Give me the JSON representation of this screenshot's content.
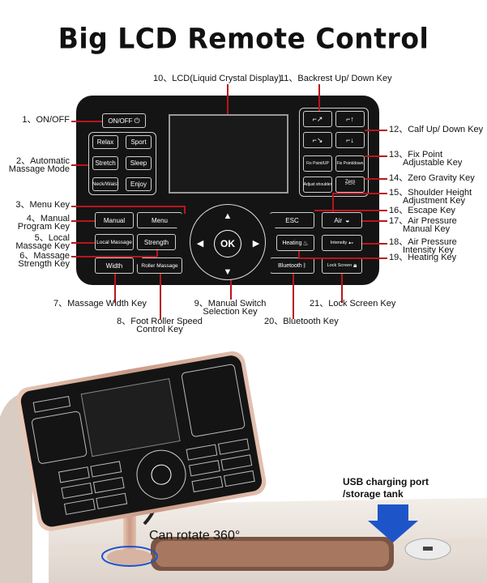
{
  "title": "Big LCD Remote Control",
  "callouts": {
    "c1": "1、ON/OFF",
    "c2a": "2、Automatic",
    "c2b": "Massage Mode",
    "c3": "3、Menu Key",
    "c4a": "4、Manual",
    "c4b": "Program Key",
    "c5a": "5、Local",
    "c5b": "Massage Key",
    "c6a": "6、Massage",
    "c6b": "Strength Key",
    "c7": "7、Massage Width Key",
    "c8a": "8、Foot Roller Speed",
    "c8b": "Control Key",
    "c9a": "9、Manual Switch",
    "c9b": "Selection Key",
    "c10": "10、LCD(Liquid Crystal Display)",
    "c11": "11、Backrest Up/ Down Key",
    "c12": "12、Calf Up/ Down Key",
    "c13a": "13、Fix Point",
    "c13b": "Adjustable Key",
    "c14": "14、Zero Gravity Key",
    "c15a": "15、Shoulder Height",
    "c15b": "Adjustment Key",
    "c16": "16、Escape Key",
    "c17a": "17、Air Pressure",
    "c17b": "Manual Key",
    "c18a": "18、Air Pressure",
    "c18b": "Intensity Key",
    "c19": "19、Heating Key",
    "c20": "20、Bluetooth Key",
    "c21": "21、Lock Screen Key"
  },
  "keys": {
    "onoff": "ON/OFF",
    "relax": "Relax",
    "sport": "Sport",
    "stretch": "Stretch",
    "sleep": "Sleep",
    "neck_waist": "Neck/Waist",
    "enjoy": "Enjoy",
    "manual": "Manual",
    "menu": "Menu",
    "local_massage": "Local Massage",
    "strength": "Strength",
    "width": "Width",
    "roller_massage": "Roller Massage",
    "ok": "OK",
    "esc": "ESC",
    "air": "Air",
    "heating": "Heating",
    "intensity": "Intensity",
    "bluetooth": "Bluetooth",
    "lock_screen": "Lock Screen",
    "fix_point_up": "Fix Point/UP",
    "fix_point_down": "Fix Point/down",
    "adjust_shoulder": "Adjust shoulder",
    "zero": "Zero"
  },
  "photo": {
    "rotate_text": "Can rotate 360°",
    "usb_line1": "USB charging port",
    "usb_line2": "/storage tank"
  },
  "colors": {
    "leader_line": "#b9151b",
    "panel": "#141414",
    "rose_gold": "#d9b3a3",
    "usb_arrow": "#1d55c9"
  }
}
